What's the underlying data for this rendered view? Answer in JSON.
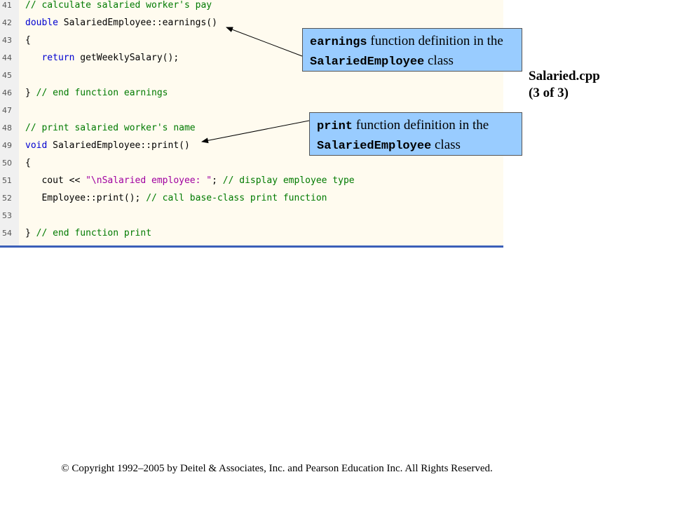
{
  "code": {
    "lines": [
      {
        "num": "41",
        "tokens": [
          {
            "t": "// calculate salaried worker's pay",
            "k": "comment"
          }
        ]
      },
      {
        "num": "42",
        "tokens": [
          {
            "t": "double",
            "k": "keyword"
          },
          {
            "t": " SalariedEmployee::earnings()",
            "k": "plain"
          }
        ]
      },
      {
        "num": "43",
        "tokens": [
          {
            "t": "{",
            "k": "plain"
          }
        ]
      },
      {
        "num": "44",
        "tokens": [
          {
            "t": "   ",
            "k": "plain"
          },
          {
            "t": "return",
            "k": "keyword"
          },
          {
            "t": " getWeeklySalary();",
            "k": "plain"
          }
        ]
      },
      {
        "num": "45",
        "tokens": []
      },
      {
        "num": "46",
        "tokens": [
          {
            "t": "} ",
            "k": "plain"
          },
          {
            "t": "// end function earnings",
            "k": "comment"
          }
        ]
      },
      {
        "num": "47",
        "tokens": []
      },
      {
        "num": "48",
        "tokens": [
          {
            "t": "// print salaried worker's name",
            "k": "comment"
          }
        ]
      },
      {
        "num": "49",
        "tokens": [
          {
            "t": "void",
            "k": "keyword"
          },
          {
            "t": " SalariedEmployee::print()",
            "k": "plain"
          }
        ]
      },
      {
        "num": "50",
        "tokens": [
          {
            "t": "{",
            "k": "plain"
          }
        ]
      },
      {
        "num": "51",
        "tokens": [
          {
            "t": "   cout << ",
            "k": "plain"
          },
          {
            "t": "\"\\nSalaried employee: \"",
            "k": "string"
          },
          {
            "t": "; ",
            "k": "plain"
          },
          {
            "t": "// display employee type",
            "k": "comment"
          }
        ]
      },
      {
        "num": "52",
        "tokens": [
          {
            "t": "   Employee::print(); ",
            "k": "plain"
          },
          {
            "t": "// call base-class print function",
            "k": "comment"
          }
        ]
      },
      {
        "num": "53",
        "tokens": []
      },
      {
        "num": "54",
        "tokens": [
          {
            "t": "} ",
            "k": "plain"
          },
          {
            "t": "// end function print",
            "k": "comment"
          }
        ]
      }
    ]
  },
  "callouts": {
    "earnings": {
      "code1": "earnings",
      "text1": " function definition in the ",
      "code2": "SalariedEmployee",
      "text2": " class"
    },
    "print": {
      "code1": "print",
      "text1": " function definition in the ",
      "code2": "SalariedEmployee",
      "text2": " class"
    }
  },
  "side_label": {
    "file": "Salaried.cpp",
    "part": "(3 of 3)"
  },
  "copyright": "© Copyright 1992–2005 by Deitel & Associates, Inc. and Pearson Education Inc. All Rights Reserved.",
  "colors": {
    "callout_bg": "#99ccff",
    "code_bg": "#fffbef",
    "comment": "#007a00",
    "keyword": "#0000d0",
    "string": "#a000a0"
  }
}
